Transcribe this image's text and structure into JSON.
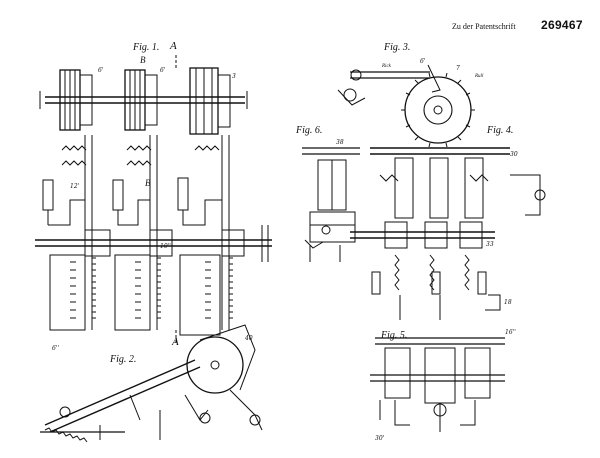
{
  "header": {
    "prefix": "Zu der Patentschrift",
    "number": "269467"
  },
  "figures": {
    "fig1": "Fig. 1.",
    "fig2": "Fig. 2.",
    "fig3": "Fig. 3.",
    "fig4": "Fig. 4.",
    "fig5": "Fig. 5.",
    "fig6": "Fig. 6."
  },
  "section_marks": {
    "a_top": "A",
    "a_bottom": "A",
    "b_top": "B",
    "b_mid": "B"
  },
  "text_labels": {
    "roll_left": "Rick",
    "roll_right": "Rull"
  }
}
